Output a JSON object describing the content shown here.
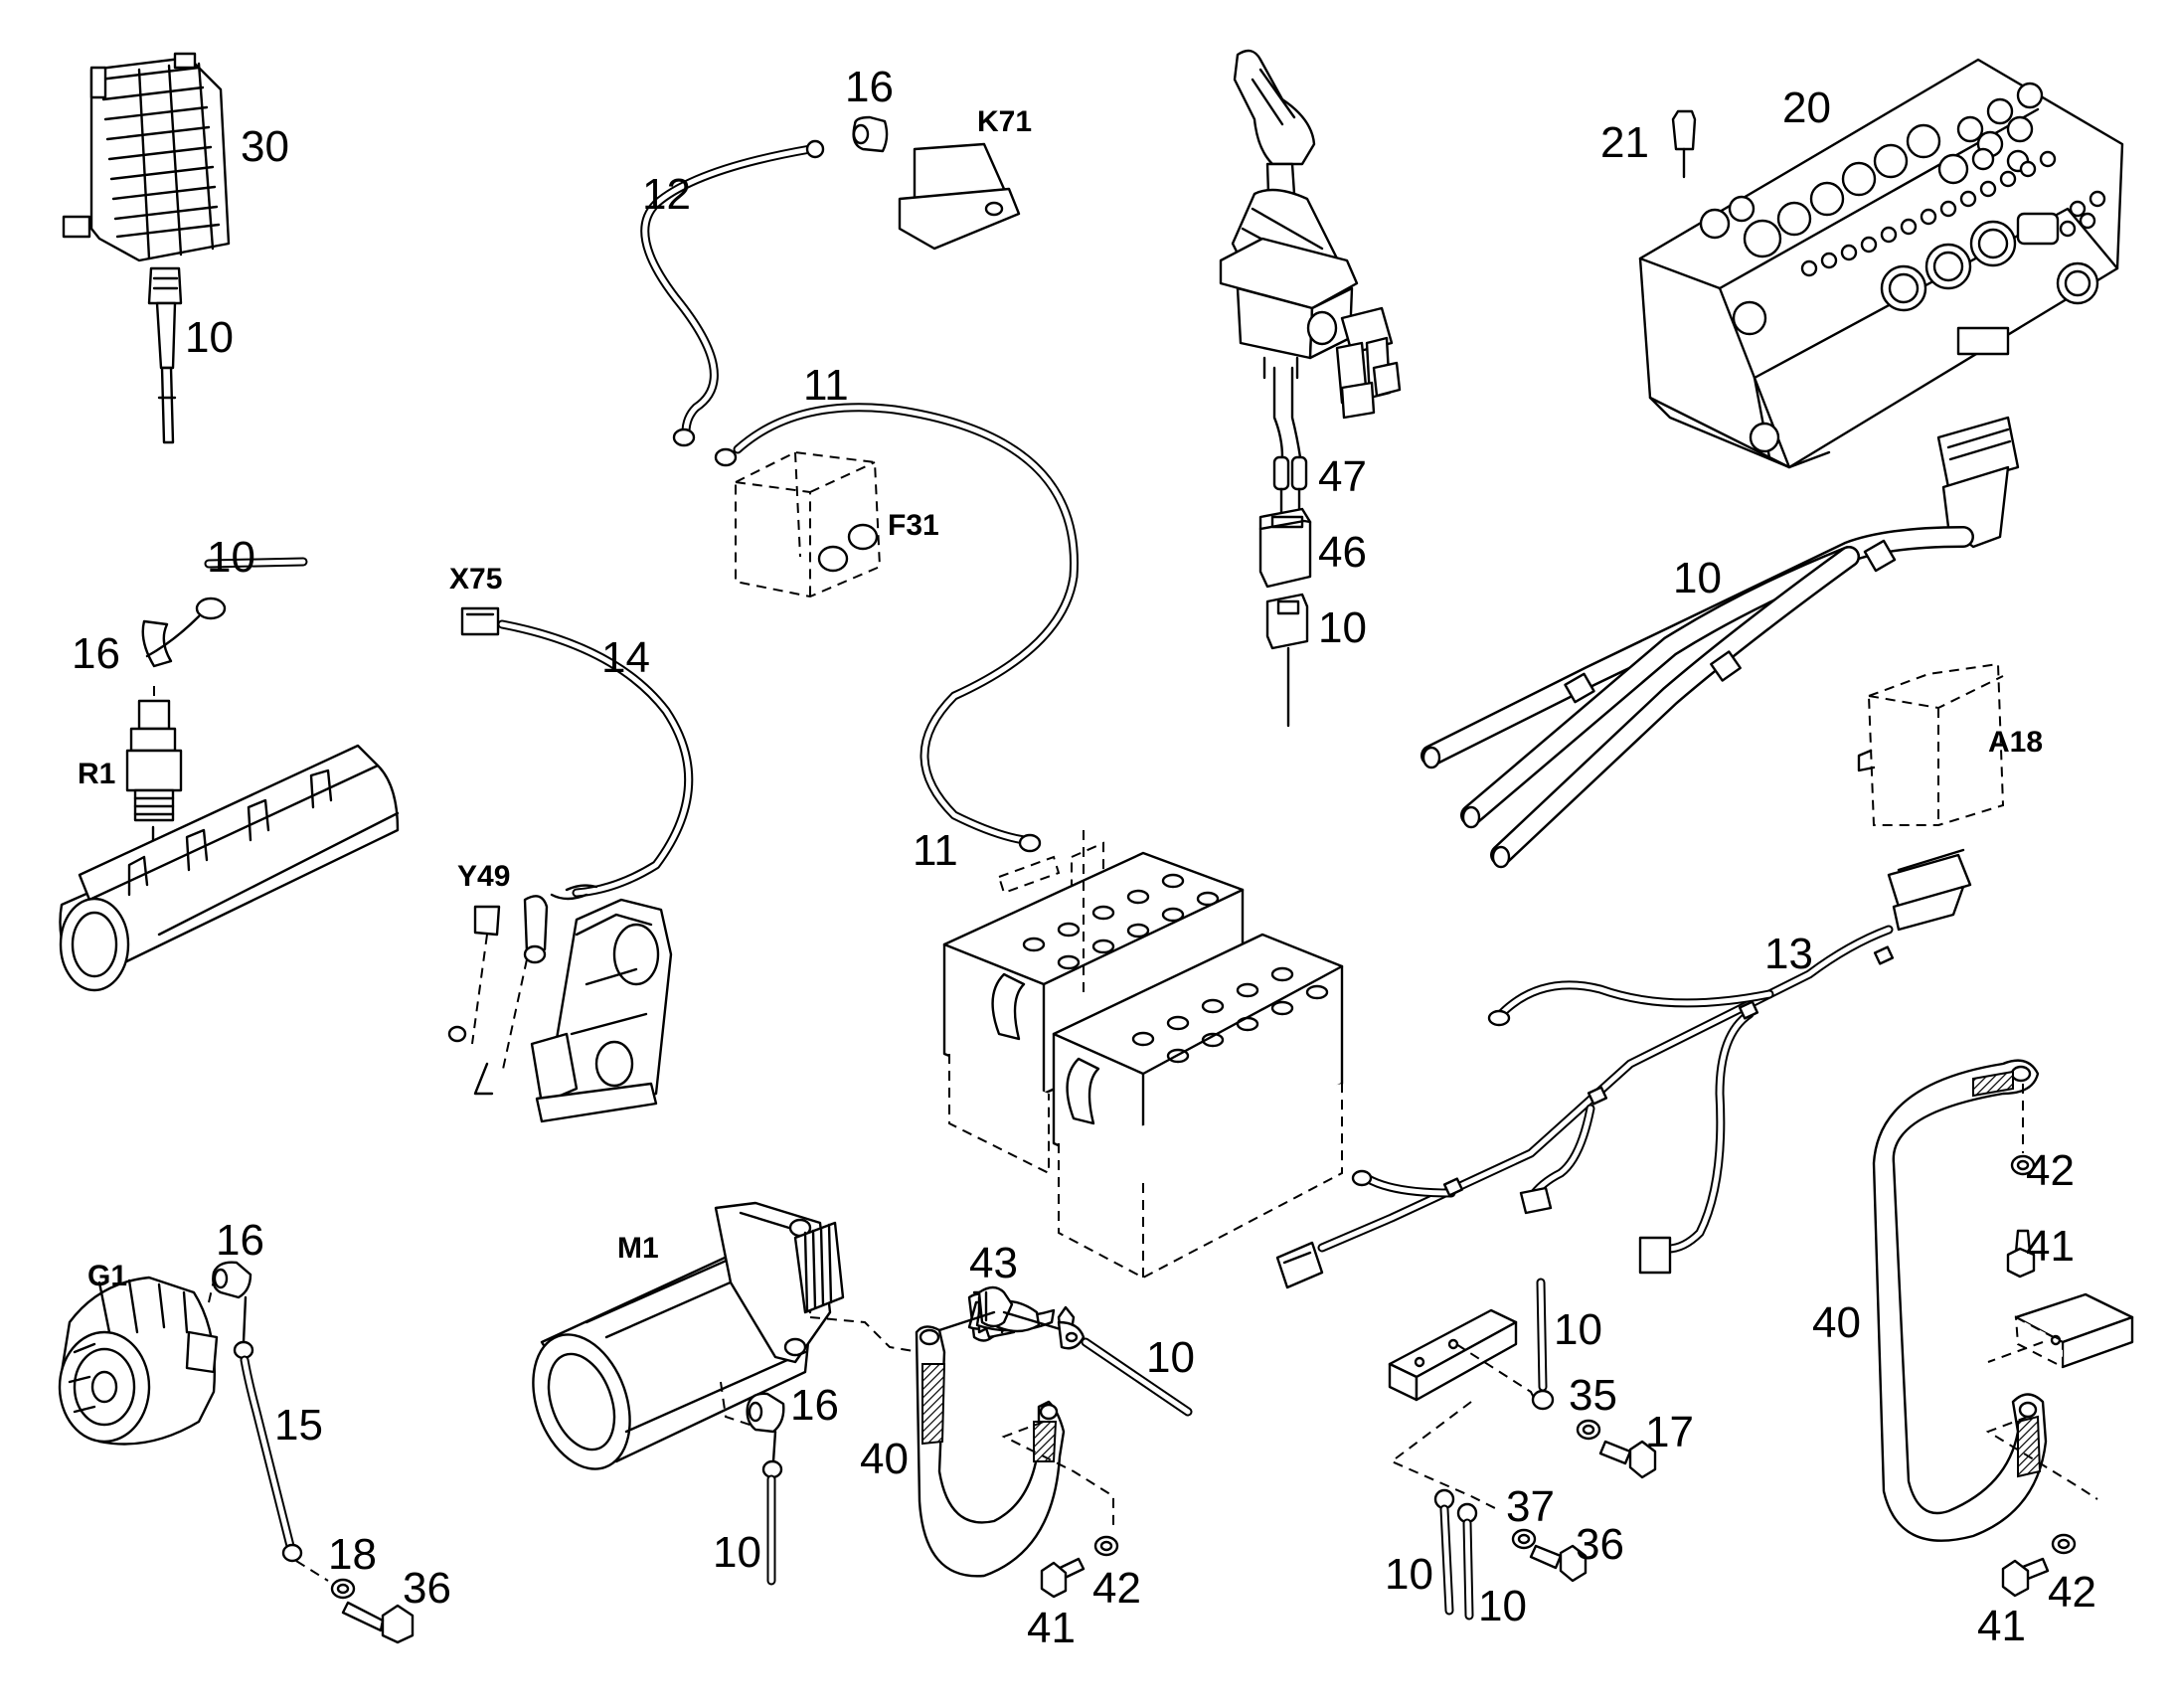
{
  "diagram": {
    "labels": {
      "n30": "30",
      "n10_a": "10",
      "n10_b": "10",
      "n16_a": "16",
      "r1": "R1",
      "n12": "12",
      "n16_b": "16",
      "k71": "K71",
      "n11_a": "11",
      "f31": "F31",
      "x75": "X75",
      "n14": "14",
      "y49": "Y49",
      "n11_b": "11",
      "n47": "47",
      "n46": "46",
      "n10_c": "10",
      "n21": "21",
      "n20": "20",
      "n10_d": "10",
      "a18": "A18",
      "n13": "13",
      "g1": "G1",
      "n16_c": "16",
      "n15": "15",
      "n18": "18",
      "n36_a": "36",
      "m1": "M1",
      "n43": "43",
      "n10_e": "10",
      "n16_d": "16",
      "n40_a": "40",
      "n10_f": "10",
      "n41_a": "41",
      "n42_a": "42",
      "n10_g": "10",
      "n35": "35",
      "n17": "17",
      "n37": "37",
      "n36_b": "36",
      "n10_h": "10",
      "n10_i": "10",
      "n42_b": "42",
      "n41_b": "41",
      "n40_b": "40",
      "n41_c": "41",
      "n42_c": "42"
    }
  }
}
